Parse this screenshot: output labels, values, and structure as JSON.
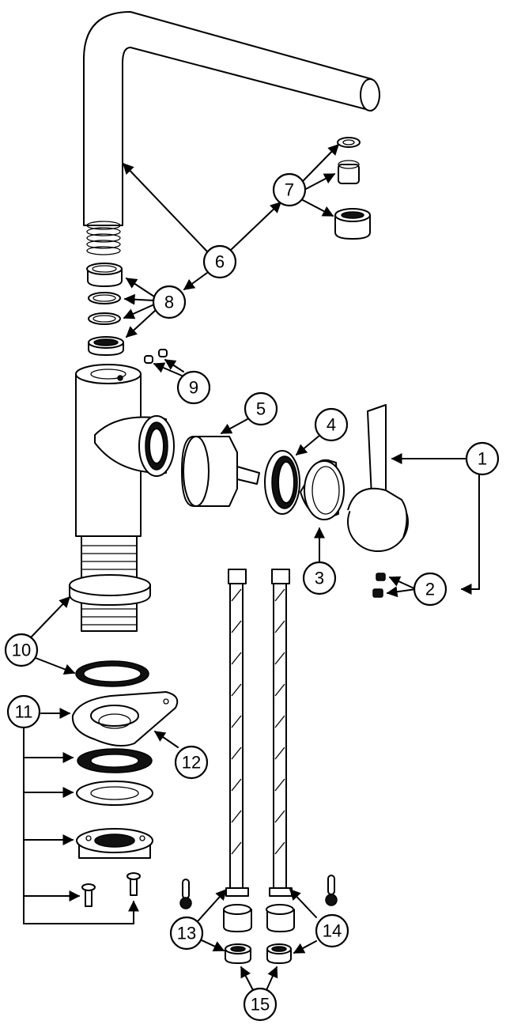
{
  "diagram": {
    "callouts": [
      {
        "id": "c1",
        "label": "1"
      },
      {
        "id": "c2",
        "label": "2"
      },
      {
        "id": "c3",
        "label": "3"
      },
      {
        "id": "c4",
        "label": "4"
      },
      {
        "id": "c5",
        "label": "5"
      },
      {
        "id": "c6",
        "label": "6"
      },
      {
        "id": "c7",
        "label": "7"
      },
      {
        "id": "c8",
        "label": "8"
      },
      {
        "id": "c9",
        "label": "9"
      },
      {
        "id": "c10",
        "label": "10"
      },
      {
        "id": "c11",
        "label": "11"
      },
      {
        "id": "c12",
        "label": "12"
      },
      {
        "id": "c13",
        "label": "13"
      },
      {
        "id": "c14",
        "label": "14"
      },
      {
        "id": "c15",
        "label": "15"
      }
    ],
    "colors": {
      "ink": "#000000",
      "background": "#ffffff"
    }
  }
}
